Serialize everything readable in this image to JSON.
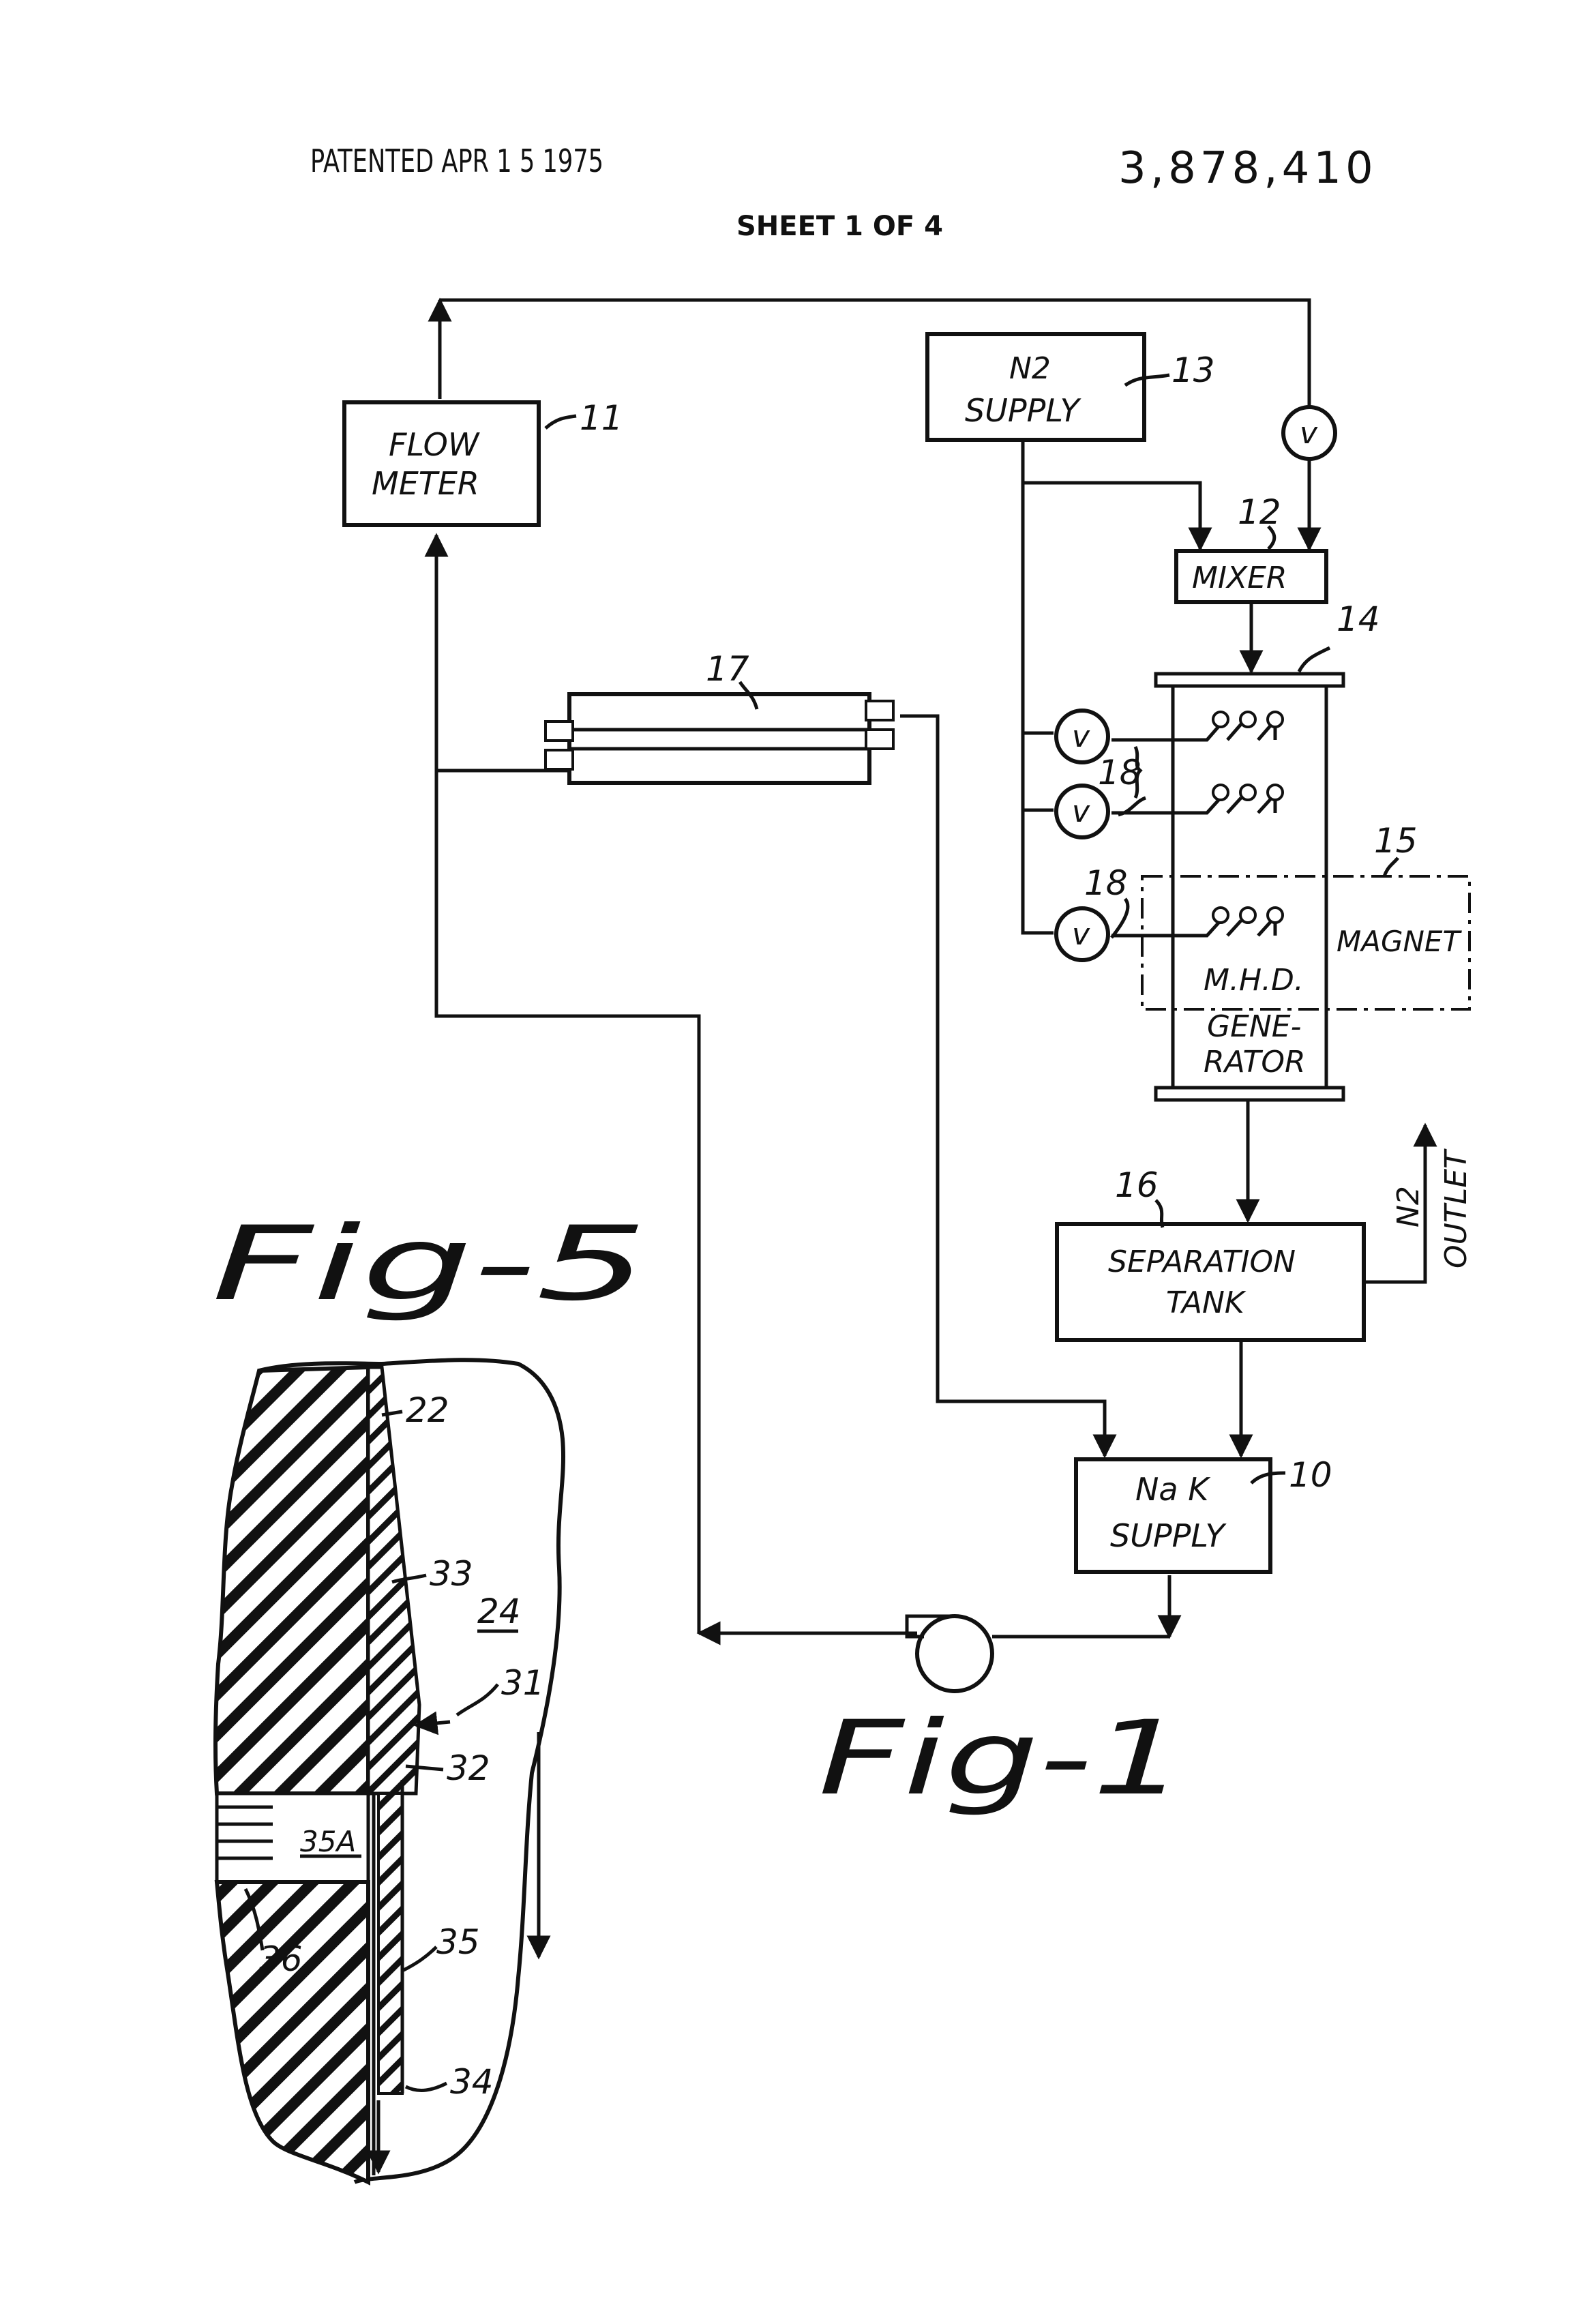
{
  "header": {
    "patented_label": "PATENTED APR 1 5 1975",
    "patent_number": "3,878,410",
    "sheet_label": "SHEET 1 OF 4"
  },
  "fig1": {
    "caption": "Fig-1",
    "flow_meter": {
      "line1": "FLOW",
      "line2": "METER",
      "ref": "11"
    },
    "n2_supply": {
      "line1": "N2",
      "line2": "SUPPLY",
      "ref": "13"
    },
    "mixer": {
      "label": "MIXER",
      "ref": "12"
    },
    "generator_ref": "14",
    "magnet": {
      "label": "MAGNET",
      "ref": "15"
    },
    "mhd": {
      "line1": "M.H.D.",
      "line2": "GENE-",
      "line3": "RATOR"
    },
    "heat_exchanger_ref": "17",
    "valve_group_ref": "18",
    "valve_ref": "18",
    "valve_symbol": "v",
    "separation_tank": {
      "line1": "SEPARATION",
      "line2": "TANK",
      "ref": "16"
    },
    "n2_outlet": {
      "line1": "N2",
      "line2": "OUTLET"
    },
    "nak_supply": {
      "line1": "Na K",
      "line2": "SUPPLY",
      "ref": "10"
    }
  },
  "fig5": {
    "caption": "Fig-5",
    "refs": {
      "r22": "22",
      "r33": "33",
      "r24": "24",
      "r31": "31",
      "r32": "32",
      "r35a": "35A",
      "r36": "36",
      "r35": "35",
      "r34": "34"
    }
  }
}
